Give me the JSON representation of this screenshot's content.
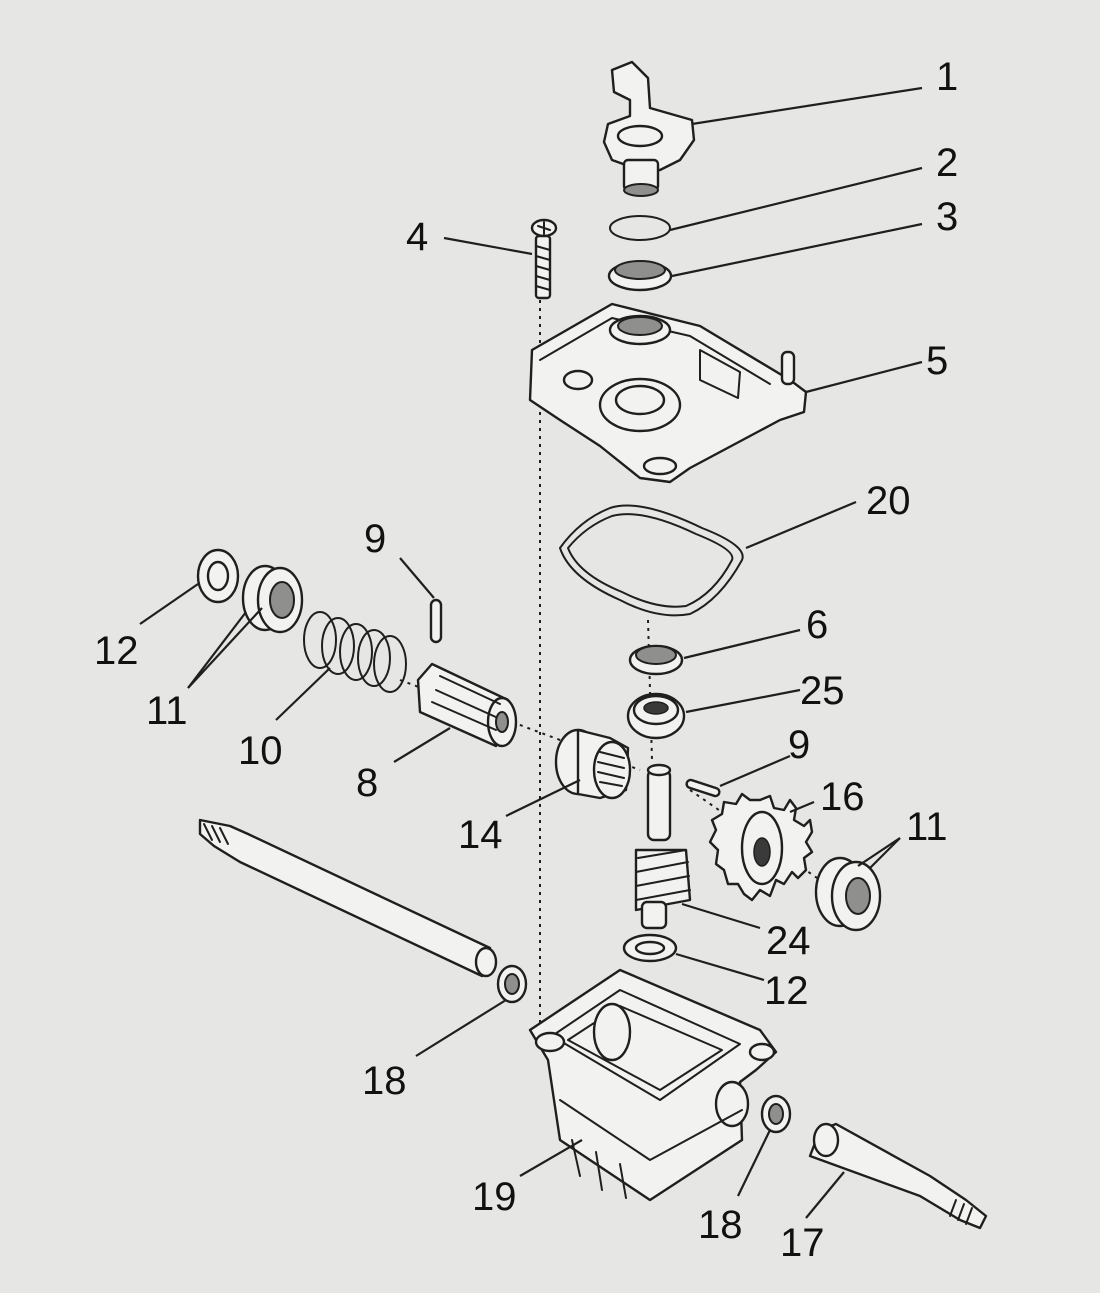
{
  "callouts": {
    "c1": "1",
    "c2": "2",
    "c3": "3",
    "c4": "4",
    "c5": "5",
    "c20": "20",
    "c9a": "9",
    "c12a": "12",
    "c11a": "11",
    "c10": "10",
    "c8": "8",
    "c6": "6",
    "c25": "25",
    "c9b": "9",
    "c16": "16",
    "c11b": "11",
    "c14": "14",
    "c24": "24",
    "c12b": "12",
    "c18a": "18",
    "c19": "19",
    "c18b": "18",
    "c17": "17"
  },
  "colors": {
    "background": "#e6e6e4",
    "ink": "#1f1f1f",
    "part_fill": "#f2f2f0"
  }
}
